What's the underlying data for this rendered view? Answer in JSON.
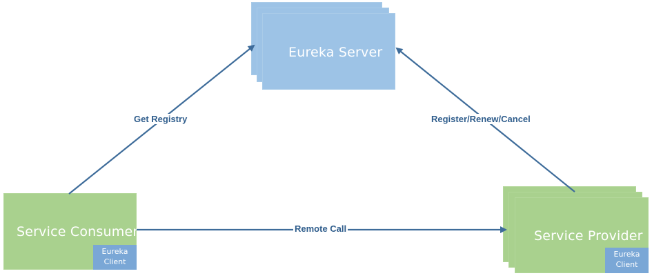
{
  "nodes": {
    "server": {
      "label": "Eureka Server"
    },
    "consumer": {
      "label": "Service Consumer",
      "badge_line1": "Eureka",
      "badge_line2": "Client"
    },
    "provider": {
      "label": "Service Provider",
      "badge_line1": "Eureka",
      "badge_line2": "Client"
    }
  },
  "edges": {
    "get_registry": "Get Registry",
    "register": "Register/Renew/Cancel",
    "remote_call": "Remote Call"
  },
  "colors": {
    "server_fill": "#9dc3e6",
    "client_fill": "#a9d18e",
    "badge_fill": "#7aa7d6",
    "arrow": "#3e6c9a"
  }
}
